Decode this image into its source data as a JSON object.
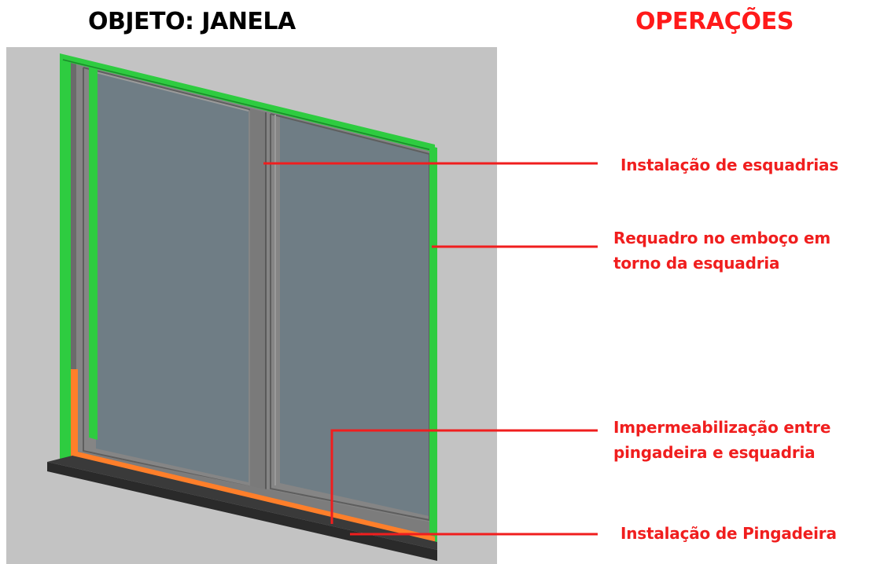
{
  "header": {
    "object_title": "OBJETO: JANELA",
    "operations_title": "OPERAÇÕES"
  },
  "operations": [
    {
      "id": "esquadrias",
      "lines": [
        "Instalação de esquadrias"
      ]
    },
    {
      "id": "requadro",
      "lines": [
        "Requadro no emboço em",
        "torno da esquadria"
      ]
    },
    {
      "id": "impermeabilizacao",
      "lines": [
        "Impermeabilização entre",
        "pingadeira e esquadria"
      ]
    },
    {
      "id": "pingadeira",
      "lines": [
        "Instalação de Pingadeira"
      ]
    }
  ],
  "colors": {
    "wall": "#c3c3c3",
    "glass": "#6f7d85",
    "frame": "#858585",
    "requadro": "#2ecc40",
    "waterproofing": "#ff7f2a",
    "sill": "#404040",
    "annotation": "#f01e1e",
    "object_title": "#000000",
    "operations_title": "#ff1a1a"
  }
}
